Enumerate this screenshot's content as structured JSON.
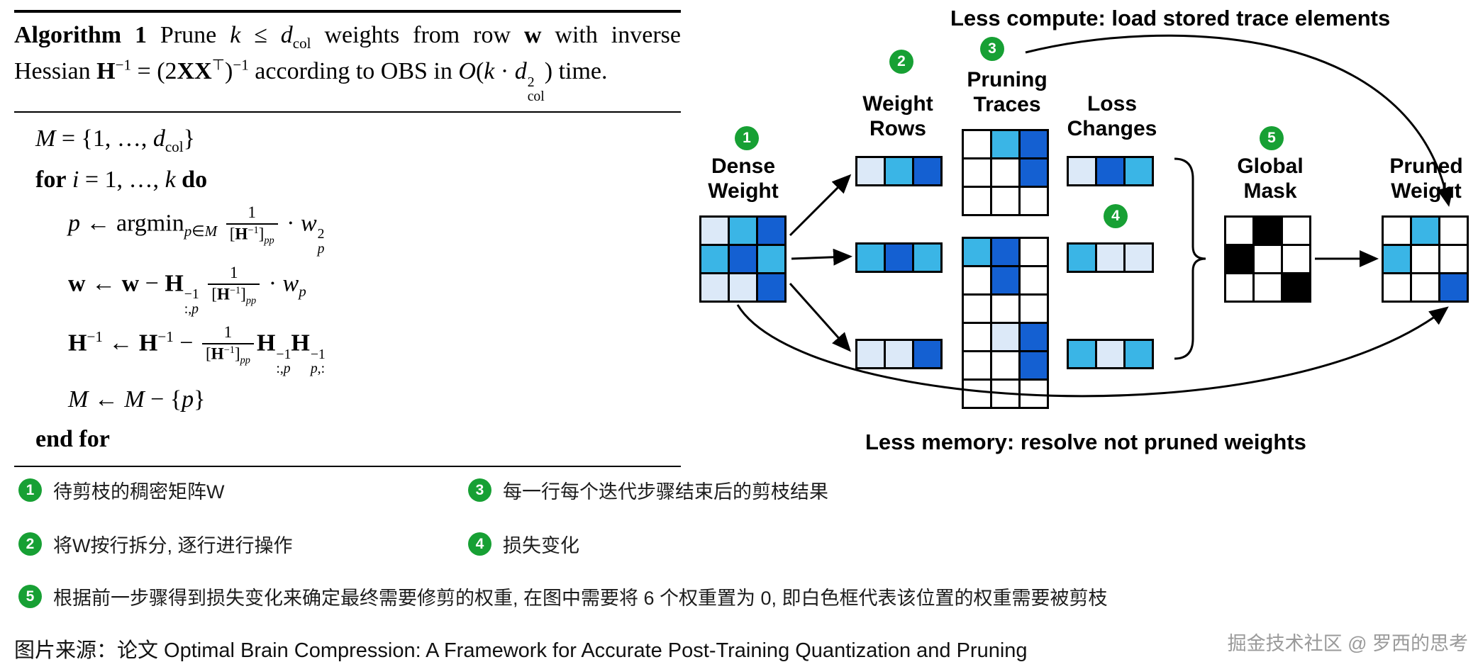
{
  "colors": {
    "d": "#1460d2",
    "c": "#3ab5e6",
    "p": "#dce9f8",
    "w": "#ffffff",
    "b": "#000000",
    "badge_green": "#17a034",
    "watermark_gray": "#9a9a9a"
  },
  "algorithm": {
    "header_html": "<b>Algorithm 1</b> Prune <i>k</i> ≤ <i>d</i><sub>col</sub> weights from row <b>w</b> with inverse Hessian <b>H</b><sup>−1</sup> = (2<b>XX</b><sup>⊤</sup>)<sup>−1</sup> according to OBS in <i>O</i>(<i>k</i> · <i>d</i><span class=\"ss\"><span>2</span><span>col</span></span>) time.",
    "lines": [
      {
        "html": "<i>M</i> = {1, …, <i>d</i><sub>col</sub>}"
      },
      {
        "html": "<b>for</b> <i>i</i> = 1, …, <i>k</i> <b>do</b>"
      },
      {
        "html": "<i>p</i> ← argmin<sub><i>p</i>∈<i>M</i></sub> <span class=\"frac\"><span class=\"num\">1</span><span class=\"den\">[<b>H</b><sup>−1</sup>]<sub><i>pp</i></sub></span></span> · <i>w</i><span class=\"ss\"><span>2</span><span><i>p</i></span></span>"
      },
      {
        "html": "<b>w</b> ← <b>w</b> − <b>H</b><span class=\"ss\"><span>−1</span><span>:,<i>p</i></span></span> <span class=\"frac\"><span class=\"num\">1</span><span class=\"den\">[<b>H</b><sup>−1</sup>]<sub><i>pp</i></sub></span></span> · <i>w</i><sub><i>p</i></sub>"
      },
      {
        "html": "<b>H</b><sup>−1</sup> ← <b>H</b><sup>−1</sup> − <span class=\"frac\"><span class=\"num\">1</span><span class=\"den\">[<b>H</b><sup>−1</sup>]<sub><i>pp</i></sub></span></span><b>H</b><span class=\"ss\"><span>−1</span><span>:,<i>p</i></span></span><b>H</b><span class=\"ss\"><span>−1</span><span><i>p</i>,:</span></span>"
      },
      {
        "html": "<i>M</i> ← <i>M</i> − {<i>p</i>}"
      },
      {
        "html": "<b>end for</b>"
      }
    ]
  },
  "diagram": {
    "top_note": "Less compute: load stored trace elements",
    "bottom_note": "Less memory: resolve not pruned weights",
    "labels": {
      "dense": "Dense Weight",
      "rows": "Weight Rows",
      "traces": "Pruning Traces",
      "loss": "Loss Changes",
      "mask": "Global Mask",
      "pruned": "Pruned Weight"
    },
    "badges": {
      "b1": "1",
      "b2": "2",
      "b3": "3",
      "b4": "4",
      "b5": "5"
    },
    "matrices": {
      "dense": [
        [
          "p",
          "c",
          "d"
        ],
        [
          "c",
          "d",
          "c"
        ],
        [
          "p",
          "p",
          "d"
        ]
      ],
      "weight_rows": [
        [
          [
            "p",
            "c",
            "d"
          ]
        ],
        [
          [
            "c",
            "d",
            "c"
          ]
        ],
        [
          [
            "p",
            "p",
            "d"
          ]
        ]
      ],
      "traces": [
        [
          [
            "w",
            "c",
            "d"
          ],
          [
            "w",
            "w",
            "d"
          ],
          [
            "w",
            "w",
            "w"
          ]
        ],
        [
          [
            "c",
            "d",
            "w"
          ],
          [
            "w",
            "d",
            "w"
          ],
          [
            "w",
            "w",
            "w"
          ]
        ],
        [
          [
            "w",
            "p",
            "d"
          ],
          [
            "w",
            "w",
            "d"
          ],
          [
            "w",
            "w",
            "w"
          ]
        ]
      ],
      "loss": [
        [
          [
            "p",
            "d",
            "c"
          ]
        ],
        [
          [
            "c",
            "p",
            "p"
          ]
        ],
        [
          [
            "c",
            "p",
            "c"
          ]
        ]
      ],
      "mask": [
        [
          "w",
          "b",
          "w"
        ],
        [
          "b",
          "w",
          "w"
        ],
        [
          "w",
          "w",
          "b"
        ]
      ],
      "pruned": [
        [
          "w",
          "c",
          "w"
        ],
        [
          "c",
          "w",
          "w"
        ],
        [
          "w",
          "w",
          "d"
        ]
      ]
    }
  },
  "legend": {
    "items": [
      {
        "num": "1",
        "text": "待剪枝的稠密矩阵W"
      },
      {
        "num": "2",
        "text": "将W按行拆分, 逐行进行操作"
      },
      {
        "num": "3",
        "text": "每一行每个迭代步骤结束后的剪枝结果"
      },
      {
        "num": "4",
        "text": "损失变化"
      },
      {
        "num": "5",
        "text": "根据前一步骤得到损失变化来确定最终需要修剪的权重, 在图中需要将 6 个权重置为 0, 即白色框代表该位置的权重需要被剪枝"
      }
    ],
    "source": "图片来源：论文 Optimal Brain Compression: A Framework for Accurate Post-Training Quantization and Pruning",
    "watermark": "掘金技术社区 @ 罗西的思考"
  }
}
